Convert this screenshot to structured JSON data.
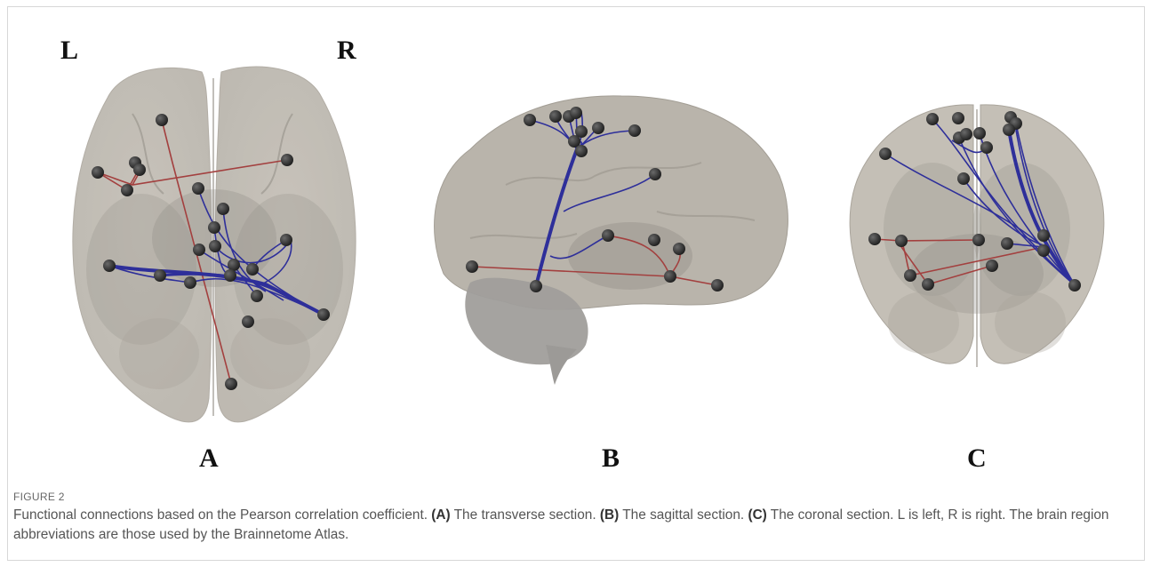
{
  "figure": {
    "orientation_left": "L",
    "orientation_right": "R",
    "panels": [
      {
        "label": "A",
        "view": "transverse"
      },
      {
        "label": "B",
        "view": "sagittal"
      },
      {
        "label": "C",
        "view": "coronal"
      }
    ],
    "colors": {
      "brain_fill": "#c6c1b8",
      "node": "#2b2b2b",
      "positive_edge": "#2e2f9a",
      "negative_edge": "#a3403f"
    }
  },
  "caption": {
    "figure_label": "FIGURE 2",
    "intro": "Functional connections based on the Pearson correlation coefficient. ",
    "a_tag": "(A)",
    "a_text": " The transverse section. ",
    "b_tag": "(B)",
    "b_text": " The sagittal section. ",
    "c_tag": "(C)",
    "c_text": " The coronal section. L is left, R is right. The brain region abbreviations are those used by the Brainnetome Atlas."
  }
}
